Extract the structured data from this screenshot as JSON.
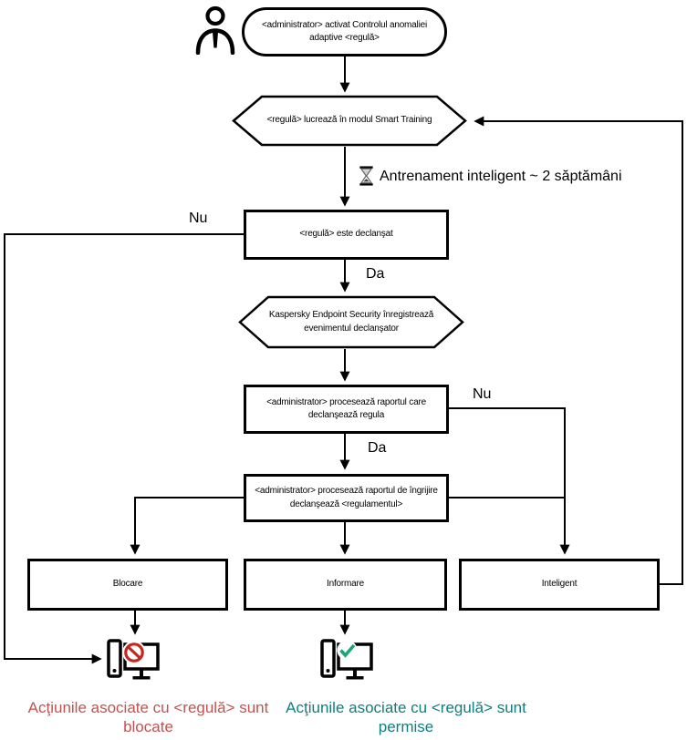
{
  "colors": {
    "line": "#000000",
    "blocked_text": "#C4524E",
    "allowed_text": "#0E7F7F",
    "prohibit_icon": "#C5271E",
    "check_icon": "#1EA37B"
  },
  "labels": {
    "yes": "Da",
    "no": "Nu"
  },
  "nodes": {
    "start": "<administrator> activat Controlul anomaliei adaptive <regulă>",
    "smart_training": "<regulă> lucrează în modul Smart Training",
    "training_note": "Antrenament inteligent ~ 2 săptămâni",
    "rule_triggered": "<regulă> este declanşat",
    "kes_registers": "Kaspersky Endpoint Security înregistrează evenimentul declanşator",
    "admin_report": "<administrator> procesează raportul care declanşează regula",
    "admin_care_report": "<administrator> procesează raportul de îngrijire declanşează <regulamentul>",
    "block": "Blocare",
    "inform": "Informare",
    "smart": "Inteligent",
    "blocked_outcome": "Acţiunile asociate cu <regulă> sunt blocate",
    "allowed_outcome": "Acţiunile asociate cu <regulă> sunt permise"
  },
  "icons": {
    "person": "person-icon",
    "hourglass": "hourglass-icon",
    "computer_blocked": "computer-blocked-icon",
    "computer_allowed": "computer-allowed-icon"
  }
}
